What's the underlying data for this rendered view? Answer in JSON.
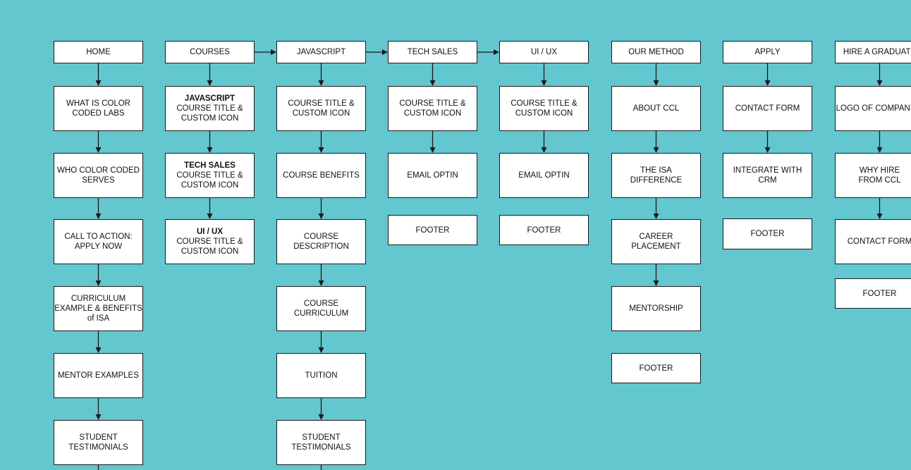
{
  "colors": {
    "background": "#63c7cf",
    "box": "#ffffff",
    "line": "#1a1a1a"
  },
  "columns": [
    {
      "id": "home",
      "header": "HOME",
      "nodes": [
        {
          "text": "WHAT IS COLOR\nCODED LABS"
        },
        {
          "text": "WHO COLOR CODED\nSERVES"
        },
        {
          "text": "CALL TO ACTION:\nAPPLY NOW"
        },
        {
          "text": "CURRICULUM\nEXAMPLE & BENEFITS\nof ISA"
        },
        {
          "text": "MENTOR EXAMPLES"
        },
        {
          "text": "STUDENT\nTESTIMONIALS"
        }
      ]
    },
    {
      "id": "courses",
      "header": "COURSES",
      "nodes": [
        {
          "bold": "JAVASCRIPT",
          "text": "COURSE TITLE &\nCUSTOM ICON"
        },
        {
          "bold": "TECH SALES",
          "text": "COURSE TITLE &\nCUSTOM ICON"
        },
        {
          "bold": "UI / UX",
          "text": "COURSE TITLE &\nCUSTOM ICON"
        }
      ]
    },
    {
      "id": "javascript",
      "header": "JAVASCRIPT",
      "nodes": [
        {
          "text": "COURSE TITLE &\nCUSTOM ICON"
        },
        {
          "text": "COURSE BENEFITS"
        },
        {
          "text": "COURSE DESCRIPTION"
        },
        {
          "text": "COURSE CURRICULUM"
        },
        {
          "text": "TUITION"
        },
        {
          "text": "STUDENT\nTESTIMONIALS"
        }
      ]
    },
    {
      "id": "tech-sales",
      "header": "TECH SALES",
      "nodes": [
        {
          "text": "COURSE TITLE &\nCUSTOM ICON"
        },
        {
          "text": "EMAIL OPTIN"
        },
        {
          "text": "FOOTER"
        }
      ]
    },
    {
      "id": "ui-ux",
      "header": "UI / UX",
      "nodes": [
        {
          "text": "COURSE TITLE &\nCUSTOM ICON"
        },
        {
          "text": "EMAIL OPTIN"
        },
        {
          "text": "FOOTER"
        }
      ]
    },
    {
      "id": "our-method",
      "header": "OUR METHOD",
      "nodes": [
        {
          "text": "ABOUT CCL"
        },
        {
          "text": "THE ISA\nDIFFERENCE"
        },
        {
          "text": "CAREER\nPLACEMENT"
        },
        {
          "text": "MENTORSHIP"
        },
        {
          "text": "FOOTER"
        }
      ]
    },
    {
      "id": "apply",
      "header": "APPLY",
      "nodes": [
        {
          "text": "CONTACT FORM"
        },
        {
          "text": "INTEGRATE WITH\nCRM"
        },
        {
          "text": "FOOTER"
        }
      ]
    },
    {
      "id": "hire",
      "header": "HIRE A GRADUATE",
      "nodes": [
        {
          "text": "LOGO OF COMPANIES"
        },
        {
          "text": "WHY HIRE\nFROM CCL"
        },
        {
          "text": "CONTACT FORM"
        },
        {
          "text": "FOOTER"
        }
      ]
    }
  ]
}
